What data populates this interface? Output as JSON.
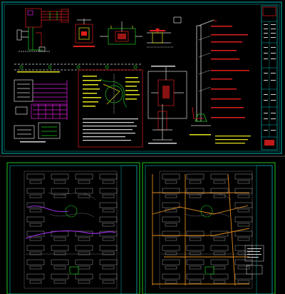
{
  "background": "#000000",
  "colors": {
    "frame": "#00b7b7",
    "green": "#1ec81e",
    "red": "#e01e1e",
    "yellow": "#e6e61e",
    "magenta": "#e01ee0",
    "white": "#d8d8d8",
    "orange": "#e08a1e",
    "purple": "#9a2ee0",
    "grey": "#7a7a7a"
  },
  "top_sheet": {
    "title_block_labels": [
      "图",
      "号",
      "设",
      "计",
      "审",
      "核",
      "日",
      "期"
    ]
  },
  "bottom_left_sheet": {
    "route_color_name": "purple"
  },
  "bottom_right_sheet": {
    "route_color_name": "orange"
  }
}
